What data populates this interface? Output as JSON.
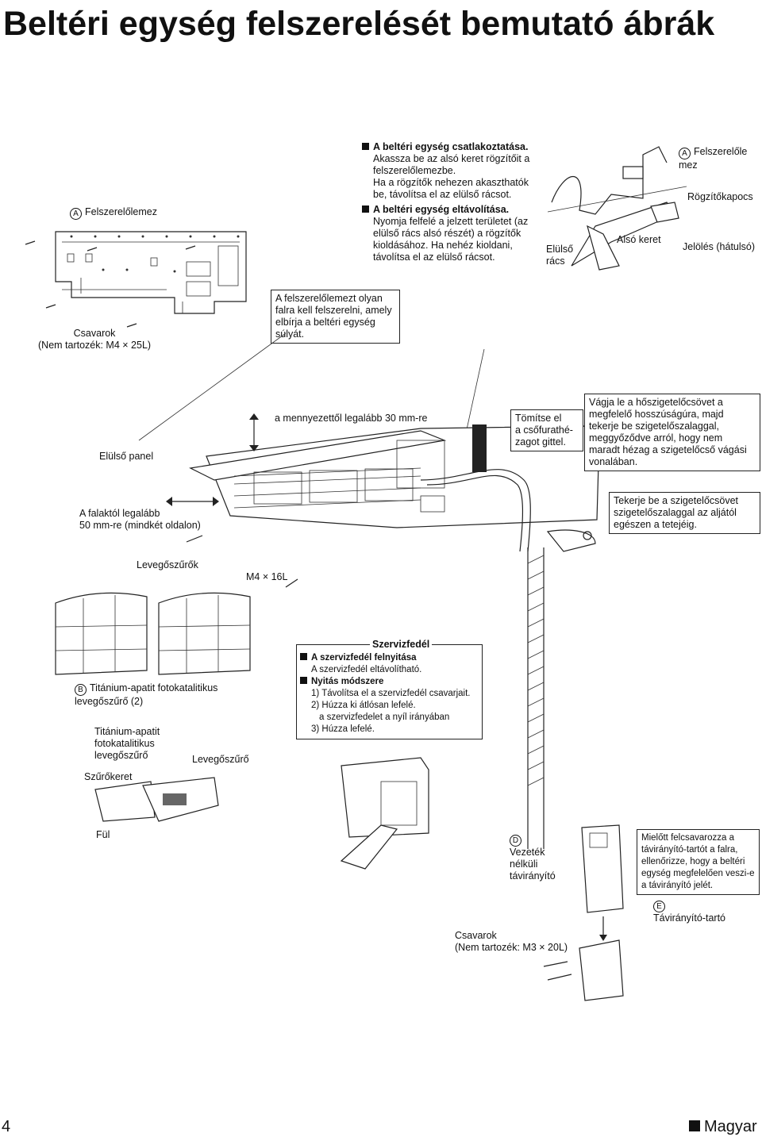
{
  "title": "Beltéri egység felszerelését bemutató ábrák",
  "page_number": "4",
  "footer_language": "Magyar",
  "section_top": {
    "label_plate": "Felszerelőlemez",
    "marker_a": "A",
    "screws_note": "Csavarok\n(Nem tartozék: M4 × 25L)",
    "wall_note": "A felszerelőlemezt olyan falra kell felszerelni, amely elbírja a beltéri egység súlyát.",
    "attach_heading": "A beltéri egység csatlakoztatása.",
    "attach_text": "Akassza be az alsó keret rögzítőit a felszerelőlemezbe.\nHa a rögzítők nehezen akaszthatók be, távolítsa el az elülső rácsot.",
    "remove_heading": "A beltéri egység eltávolítása.",
    "remove_text": "Nyomja felfelé a jelzett területet (az elülső rács alsó részét) a rögzítők kioldásához. Ha nehéz kioldani, távolítsa el az elülső rácsot.",
    "detail_plate": "Felszerelőle\nmez",
    "detail_hook": "Rögzítőkapocs",
    "detail_mark": "Jelölés (hátulsó)",
    "detail_frame": "Alsó keret",
    "detail_grille": "Elülső\nrács"
  },
  "section_mid": {
    "front_panel": "Elülső panel",
    "ceiling_gap": "a mennyezettől legalább 30 mm-re",
    "seal": "Tömítse el\na csőfurathé-\nzagot gittel.",
    "insulation_cut": "Vágja le a hőszigetelőcsövet a megfelelő hosszúságúra, majd tekerje be szigetelőszalaggal, meggyőződve arról, hogy nem maradt hézag a szigetelőcső vágási vonalában.",
    "wall_gap": "A falaktól legalább\n50 mm-re (mindkét oldalon)",
    "wrap": "Tekerje be a szigetelőcsövet szigetelőszalaggal az aljától egészen a tetejéig."
  },
  "section_bottom": {
    "filters": "Levegőszűrők",
    "screw_m4": "M4 × 16L",
    "marker_b": "B",
    "titan_filter": "Titánium-apatit fotokatalitikus\nlevegőszűrő (2)",
    "titan_filter_small": "Titánium-apatit\nfotokatalitikus\nlevegőszűrő",
    "air_filter": "Levegőszűrő",
    "filter_frame": "Szűrőkeret",
    "tab": "Fül",
    "service_title": "Szervizfedél",
    "service_open_heading": "A szervizfedél felnyitása",
    "service_removable": "A szervizfedél eltávolítható.",
    "opening_method": "Nyitás módszere",
    "step1": "1) Távolítsa el a szervizfedél csavarjait.",
    "step2": "2) Húzza ki átlósan lefelé.",
    "step2b": "a szervizfedelet a nyíl irányában",
    "step3": "3) Húzza lefelé.",
    "marker_d": "D",
    "remote": "Vezeték\nnélküli\ntávirányító",
    "remote_check": "Mielőtt felcsavarozza a távirányító-tartót a falra, ellenőrizze, hogy a beltéri egység megfelelően veszi-e a távirányító jelét.",
    "marker_e": "E",
    "holder": "Távirányító-tartó",
    "screws_m3": "Csavarok\n(Nem tartozék: M3 × 20L)"
  }
}
